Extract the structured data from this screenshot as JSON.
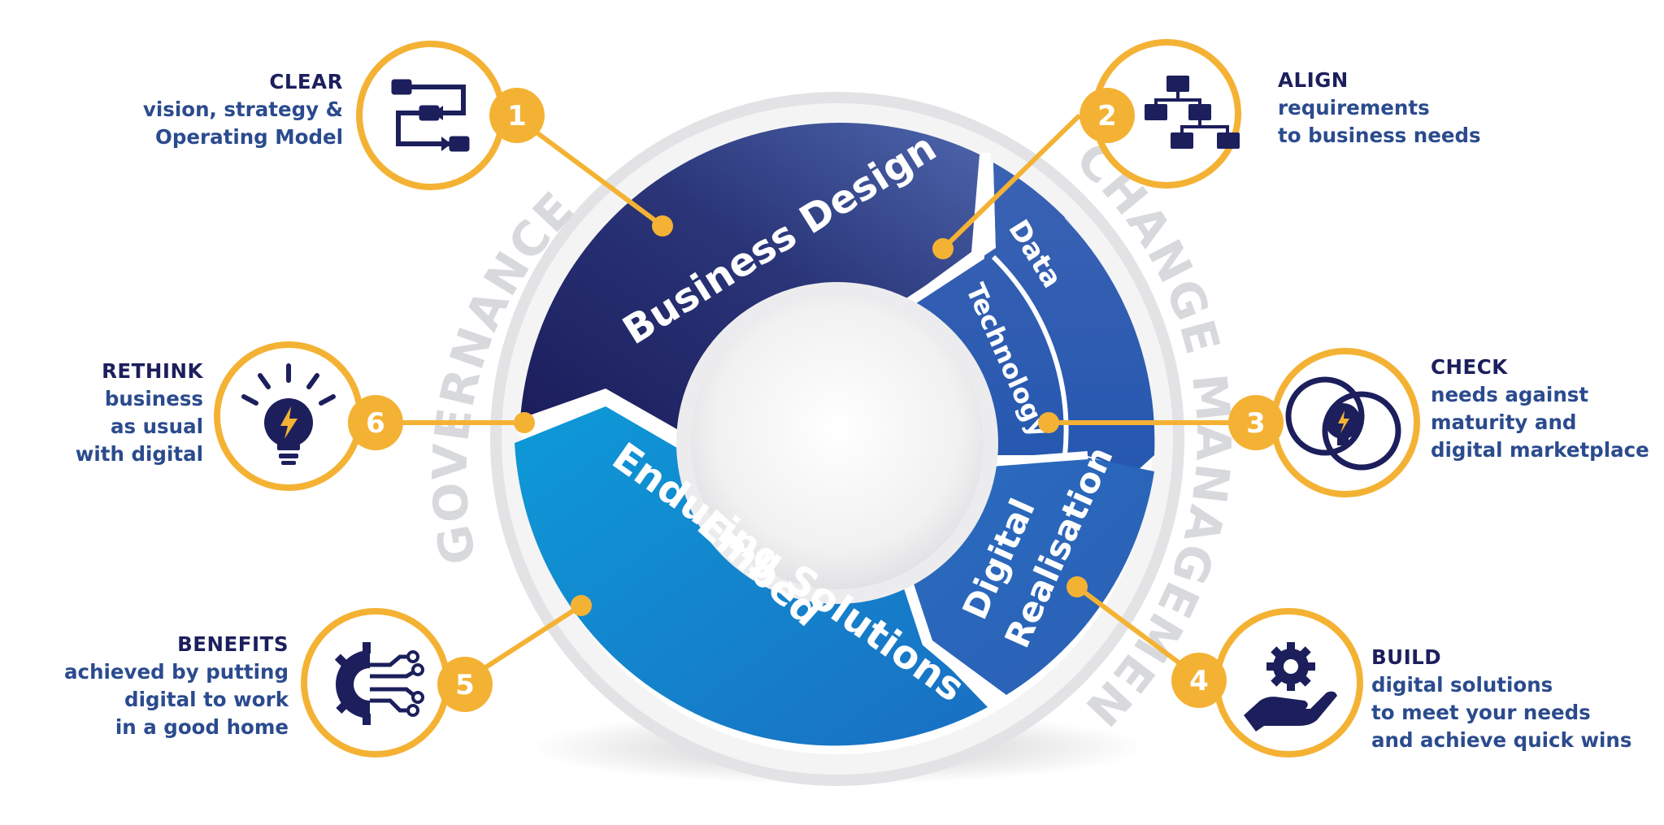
{
  "segments": {
    "business_design": "Business Design",
    "data": "Data",
    "technology": "Technology",
    "digital_line1": "Digital",
    "digital_line2": "Realisation",
    "embed_line1": "Embed",
    "embed_line2": "Enduring Solutions"
  },
  "ring": {
    "governance": "GOVERNANCE",
    "change_management": "CHANGE MANAGEMENT"
  },
  "steps": [
    {
      "number": "1",
      "title": "CLEAR",
      "lines": [
        "vision, strategy &",
        "Operating Model"
      ],
      "icon": "flow-process-icon"
    },
    {
      "number": "2",
      "title": "ALIGN",
      "lines": [
        "requirements",
        "to business needs"
      ],
      "icon": "org-chart-icon"
    },
    {
      "number": "3",
      "title": "CHECK",
      "lines": [
        "needs against",
        "maturity and",
        "digital marketplace"
      ],
      "icon": "overlapping-circles-bulb-icon"
    },
    {
      "number": "4",
      "title": "BUILD",
      "lines": [
        "digital solutions",
        "to meet your needs",
        "and achieve quick wins"
      ],
      "icon": "hand-gear-icon"
    },
    {
      "number": "5",
      "title": "BENEFITS",
      "lines": [
        "achieved by putting",
        "digital to work",
        "in a good home"
      ],
      "icon": "gear-circuit-icon"
    },
    {
      "number": "6",
      "title": "RETHINK",
      "lines": [
        "business",
        "as usual",
        "with digital"
      ],
      "icon": "lightbulb-icon"
    }
  ],
  "colors": {
    "navy": "#1c1f5c",
    "mid_blue": "#2f55a6",
    "light_blue": "#0a8fd1",
    "accent_yellow": "#f4b234",
    "text_blue": "#2b4b8e",
    "ring_grey": "#e9e9eb"
  }
}
